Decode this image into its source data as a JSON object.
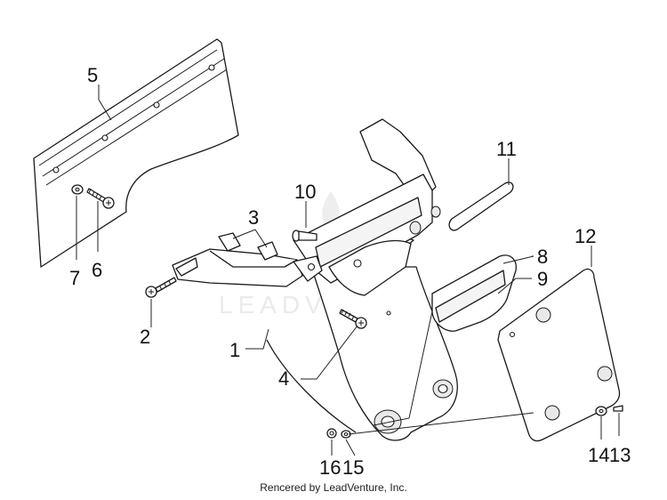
{
  "credit": "Rencered by LeadVenture, Inc.",
  "watermark": "LEADVENTURE",
  "callouts": [
    "1",
    "2",
    "3",
    "4",
    "5",
    "6",
    "7",
    "8",
    "9",
    "10",
    "11",
    "12",
    "13",
    "14",
    "15",
    "16"
  ]
}
